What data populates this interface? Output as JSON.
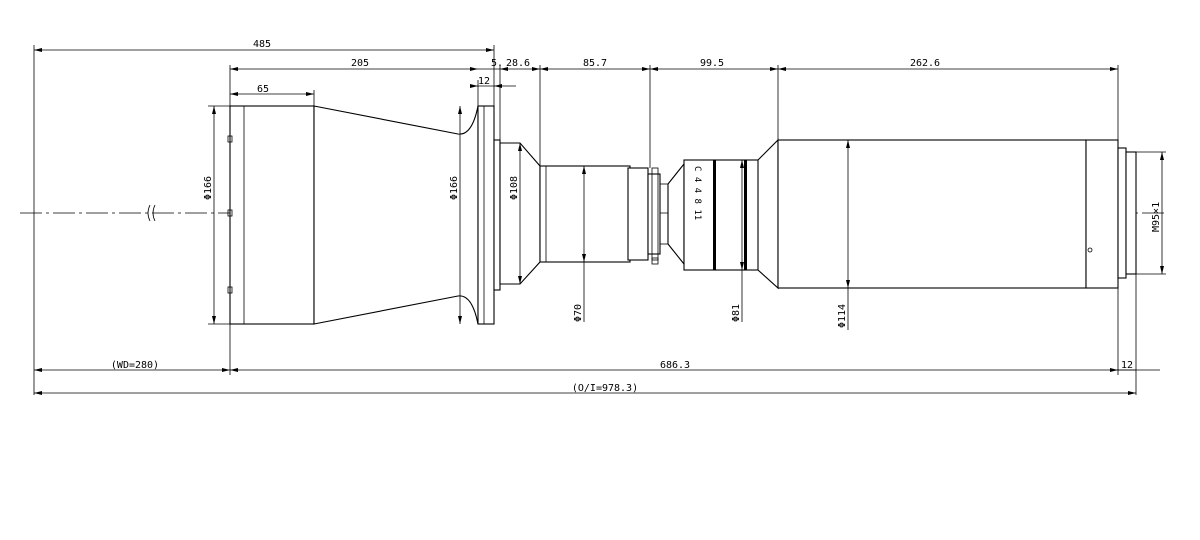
{
  "dimensions": {
    "top_overall": "485",
    "top_to_flange": "205",
    "front_barrel": "65",
    "flange_thickness": "12",
    "flange_gap": "5.",
    "cone_length": "28.6",
    "tube_length": "85.7",
    "iris_section": "99.5",
    "rear_barrel": "262.6",
    "working_distance": "(WD=280)",
    "body_length": "686.3",
    "rear_mount": "12",
    "total_length": "(O/I=978.3)"
  },
  "diameters": {
    "front": "Φ166",
    "flange": "Φ166",
    "cone": "Φ108",
    "tube": "Φ70",
    "iris": "Φ81",
    "rear": "Φ114",
    "thread": "M95×1"
  },
  "iris_markings": "C 4 4 8 11"
}
